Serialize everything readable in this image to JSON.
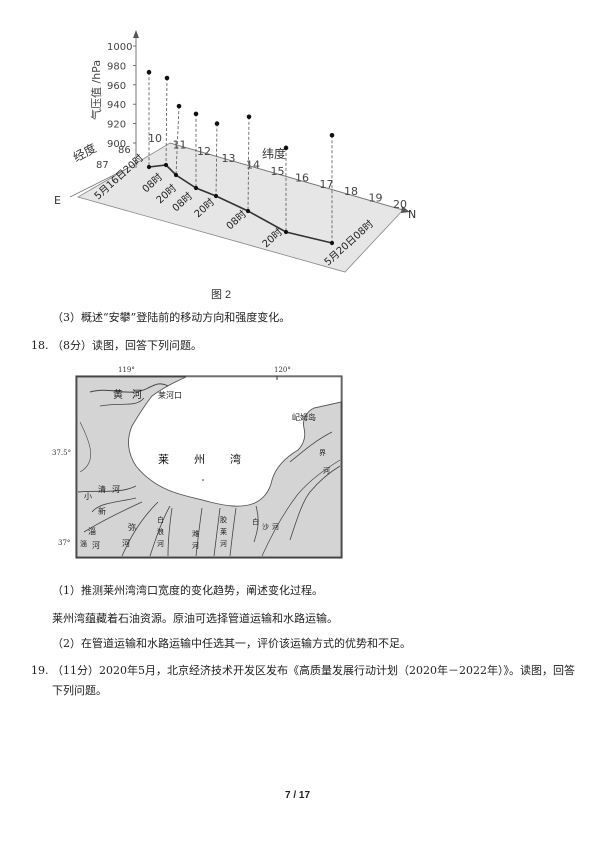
{
  "figure2": {
    "caption": "图 2",
    "ylabel": "气压值 /hPa",
    "y_ticks": [
      "1000",
      "980",
      "960",
      "940",
      "920",
      "900"
    ],
    "lon_label": "经度",
    "lon_ticks": [
      "86",
      "87"
    ],
    "e_label": "E",
    "lat_label": "纬度",
    "lat_ticks": [
      "10",
      "11",
      "12",
      "13",
      "14",
      "15",
      "16",
      "17",
      "18",
      "19",
      "20"
    ],
    "n_label": "N",
    "time_labels": [
      "5月16日20时",
      "08时",
      "20时",
      "08时",
      "20时",
      "08时",
      "20时",
      "5月20日08时"
    ],
    "pressures_hpa": [
      973,
      967,
      938,
      930,
      920,
      927,
      895,
      908
    ]
  },
  "q17_3": "（3）概述“安攀”登陆前的移动方向和强度变化。",
  "q18": {
    "header": "18. （8分）读图，回答下列问题。",
    "map": {
      "lon_119": "119°",
      "lon_120": "120°",
      "lat_375": "37.5°",
      "lat_37": "37°",
      "yellow_river": [
        "黄",
        "河"
      ],
      "estuary": "莱河口",
      "bay": [
        "莱",
        "州",
        "湾"
      ],
      "island": "屺姆岛",
      "jie_river": [
        "界",
        "河"
      ],
      "xiaoqing_river": [
        "小",
        "清",
        "河"
      ],
      "xinzi_river": [
        "新",
        "淄",
        "河"
      ],
      "zhi_river": [
        "淄",
        "河"
      ],
      "mi_river": [
        "弥",
        "河"
      ],
      "bailang_river": [
        "白",
        "浪",
        "河"
      ],
      "wei_river": [
        "潍",
        "河"
      ],
      "jiao_river": [
        "胶",
        "莱",
        "河"
      ],
      "baisha_river": [
        "白",
        "沙",
        "河"
      ]
    },
    "q1": "（1）推测莱州湾湾口宽度的变化趋势，阐述变化过程。",
    "context": "莱州湾蕴藏着石油资源。原油可选择管道运输和水路运输。",
    "q2": "（2）在管道运输和水路运输中任选其一，评价该运输方式的优势和不足。"
  },
  "q19": {
    "line1": "19. （11分）2020年5月，北京经济技术开发区发布《高质量发展行动计划（2020年－2022年）》。读图，回答",
    "line2": "下列问题。"
  },
  "page_number": "7 / 17"
}
